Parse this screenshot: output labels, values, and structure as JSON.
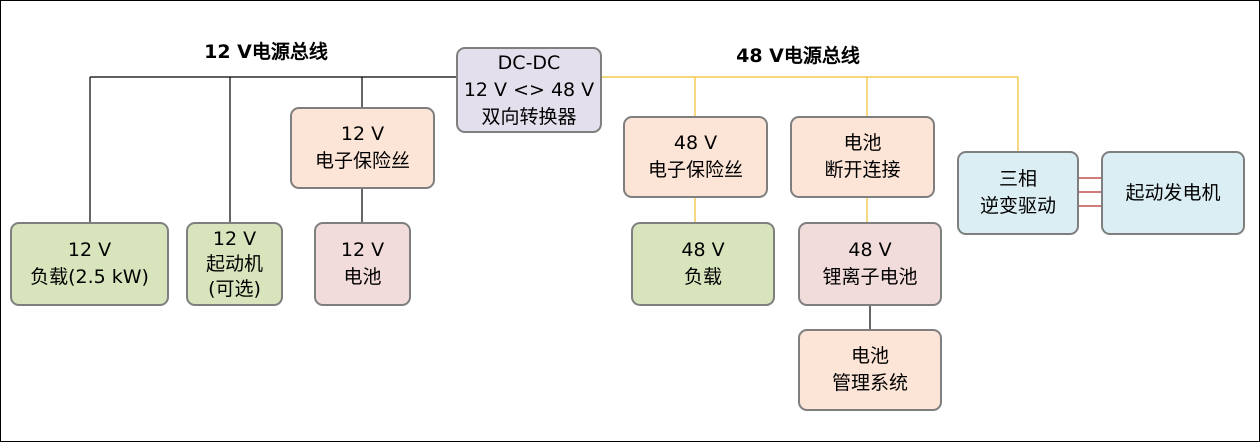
{
  "titles": {
    "bus_12v": "12 V电源总线",
    "bus_48v": "48 V电源总线"
  },
  "boxes": {
    "dcdc": {
      "line1": "DC-DC",
      "line2": "12 V <> 48 V",
      "line3": "双向转换器"
    },
    "fuse_12v": {
      "line1": "12 V",
      "line2": "电子保险丝"
    },
    "battery_12v": {
      "line1": "12 V",
      "line2": "电池"
    },
    "load_12v": {
      "line1": "12 V",
      "line2": "负载(2.5 kW)"
    },
    "starter_12v": {
      "line1": "12 V",
      "line2": "起动机",
      "line3": "(可选)"
    },
    "fuse_48v": {
      "line1": "48 V",
      "line2": "电子保险丝"
    },
    "load_48v": {
      "line1": "48 V",
      "line2": "负载"
    },
    "disconnect": {
      "line1": "电池",
      "line2": "断开连接"
    },
    "battery_48v": {
      "line1": "48 V",
      "line2": "锂离子电池"
    },
    "bms": {
      "line1": "电池",
      "line2": "管理系统"
    },
    "inverter": {
      "line1": "三相",
      "line2": "逆变驱动"
    },
    "starter_generator": {
      "line1": "起动发电机"
    }
  },
  "colors": {
    "bus_12v_line": "#000000",
    "bus_48v_line": "#f2c94c",
    "phase_lines": "#c0504d",
    "box_border": "#7f7f7f",
    "green": "#d8e4bc",
    "peach": "#fce4d6",
    "pink": "#f2dcdb",
    "purple": "#e4dfec",
    "blue": "#dbeef4"
  }
}
